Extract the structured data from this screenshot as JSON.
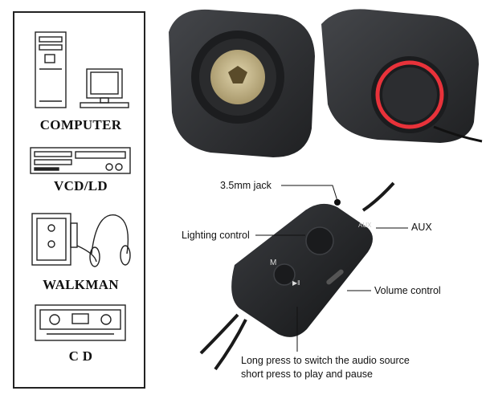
{
  "devices": [
    {
      "label": "COMPUTER",
      "icon": "computer-icon"
    },
    {
      "label": "VCD/LD",
      "icon": "vcd-player-icon"
    },
    {
      "label": "WALKMAN",
      "icon": "walkman-icon"
    },
    {
      "label": "C D",
      "icon": "cassette-icon"
    }
  ],
  "callouts": {
    "jack": "3.5mm jack",
    "lighting": "Lighting control",
    "aux": "AUX",
    "volume": "Volume control",
    "long_press": "Long press to switch the audio source",
    "short_press": "short press to play and pause"
  },
  "controller_labels": {
    "aux_port": "AUX",
    "mode_glyph": "M",
    "play_glyph": "▶‖"
  },
  "colors": {
    "speaker_body": "#2b2c2e",
    "gold_cone": "#c9b98f",
    "led_ring": "#e8323a"
  }
}
